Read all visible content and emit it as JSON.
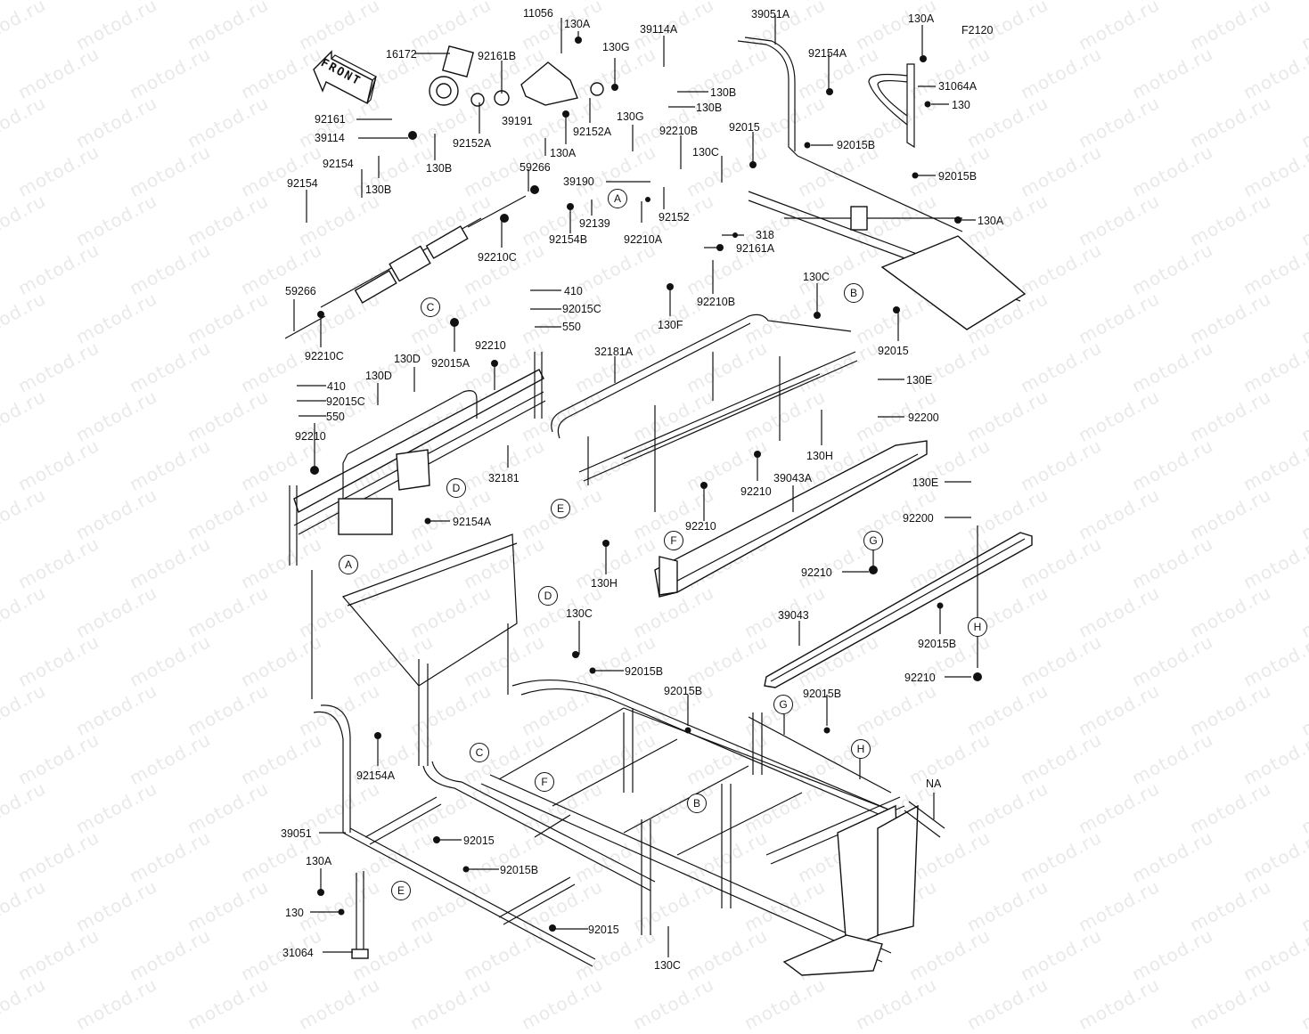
{
  "diagram": {
    "figure_code": "F2120",
    "front_indicator": "FRONT",
    "watermark": "motod.ru",
    "ref_markers": [
      "A",
      "B",
      "C",
      "D",
      "E",
      "F",
      "G",
      "H"
    ],
    "labels": [
      {
        "id": "l_11056",
        "text": "11056"
      },
      {
        "id": "l_130A_1",
        "text": "130A"
      },
      {
        "id": "l_39114A",
        "text": "39114A"
      },
      {
        "id": "l_16172",
        "text": "16172"
      },
      {
        "id": "l_92161B",
        "text": "92161B"
      },
      {
        "id": "l_130G_1",
        "text": "130G"
      },
      {
        "id": "l_130B_1",
        "text": "130B"
      },
      {
        "id": "l_130B_2",
        "text": "130B"
      },
      {
        "id": "l_92161",
        "text": "92161"
      },
      {
        "id": "l_39114",
        "text": "39114"
      },
      {
        "id": "l_92152A_1",
        "text": "92152A"
      },
      {
        "id": "l_39191",
        "text": "39191"
      },
      {
        "id": "l_92152A_2",
        "text": "92152A"
      },
      {
        "id": "l_130A_2",
        "text": "130A"
      },
      {
        "id": "l_130G_2",
        "text": "130G"
      },
      {
        "id": "l_92210B_1",
        "text": "92210B"
      },
      {
        "id": "l_130C_1",
        "text": "130C"
      },
      {
        "id": "l_92154_1",
        "text": "92154"
      },
      {
        "id": "l_130B_3",
        "text": "130B"
      },
      {
        "id": "l_130B_4",
        "text": "130B"
      },
      {
        "id": "l_92154_2",
        "text": "92154"
      },
      {
        "id": "l_59266_1",
        "text": "59266"
      },
      {
        "id": "l_39190",
        "text": "39190"
      },
      {
        "id": "l_92152",
        "text": "92152"
      },
      {
        "id": "l_92139",
        "text": "92139"
      },
      {
        "id": "l_92210A",
        "text": "92210A"
      },
      {
        "id": "l_318",
        "text": "318"
      },
      {
        "id": "l_92161A",
        "text": "92161A"
      },
      {
        "id": "l_92154B",
        "text": "92154B"
      },
      {
        "id": "l_92210C_1",
        "text": "92210C"
      },
      {
        "id": "l_92210B_2",
        "text": "92210B"
      },
      {
        "id": "l_130F",
        "text": "130F"
      },
      {
        "id": "l_410_1",
        "text": "410"
      },
      {
        "id": "l_92015C_1",
        "text": "92015C"
      },
      {
        "id": "l_550_1",
        "text": "550"
      },
      {
        "id": "l_59266_2",
        "text": "59266"
      },
      {
        "id": "l_92210C_2",
        "text": "92210C"
      },
      {
        "id": "l_92015A",
        "text": "92015A"
      },
      {
        "id": "l_92210_1",
        "text": "92210"
      },
      {
        "id": "l_130D_1",
        "text": "130D"
      },
      {
        "id": "l_130D_2",
        "text": "130D"
      },
      {
        "id": "l_410_2",
        "text": "410"
      },
      {
        "id": "l_92015C_2",
        "text": "92015C"
      },
      {
        "id": "l_550_2",
        "text": "550"
      },
      {
        "id": "l_92210_2",
        "text": "92210"
      },
      {
        "id": "l_32181",
        "text": "32181"
      },
      {
        "id": "l_92154A_1",
        "text": "92154A"
      },
      {
        "id": "l_32181A",
        "text": "32181A"
      },
      {
        "id": "l_39051A",
        "text": "39051A"
      },
      {
        "id": "l_92154A_2",
        "text": "92154A"
      },
      {
        "id": "l_130A_3",
        "text": "130A"
      },
      {
        "id": "l_31064A",
        "text": "31064A"
      },
      {
        "id": "l_130_1",
        "text": "130"
      },
      {
        "id": "l_92015_1",
        "text": "92015"
      },
      {
        "id": "l_92015B_1",
        "text": "92015B"
      },
      {
        "id": "l_92015B_2",
        "text": "92015B"
      },
      {
        "id": "l_130A_4",
        "text": "130A"
      },
      {
        "id": "l_130C_2",
        "text": "130C"
      },
      {
        "id": "l_92015_2",
        "text": "92015"
      },
      {
        "id": "l_130E_1",
        "text": "130E"
      },
      {
        "id": "l_92200_1",
        "text": "92200"
      },
      {
        "id": "l_130H_1",
        "text": "130H"
      },
      {
        "id": "l_92210_3",
        "text": "92210"
      },
      {
        "id": "l_39043A",
        "text": "39043A"
      },
      {
        "id": "l_92210_4",
        "text": "92210"
      },
      {
        "id": "l_130H_2",
        "text": "130H"
      },
      {
        "id": "l_130E_2",
        "text": "130E"
      },
      {
        "id": "l_92200_2",
        "text": "92200"
      },
      {
        "id": "l_92210_5",
        "text": "92210"
      },
      {
        "id": "l_39043",
        "text": "39043"
      },
      {
        "id": "l_92015B_3",
        "text": "92015B"
      },
      {
        "id": "l_92210_6",
        "text": "92210"
      },
      {
        "id": "l_130C_3",
        "text": "130C"
      },
      {
        "id": "l_92015B_4",
        "text": "92015B"
      },
      {
        "id": "l_92015B_5",
        "text": "92015B"
      },
      {
        "id": "l_92015B_6",
        "text": "92015B"
      },
      {
        "id": "l_92154A_3",
        "text": "92154A"
      },
      {
        "id": "l_NA",
        "text": "NA"
      },
      {
        "id": "l_39051",
        "text": "39051"
      },
      {
        "id": "l_92015_3",
        "text": "92015"
      },
      {
        "id": "l_92015B_7",
        "text": "92015B"
      },
      {
        "id": "l_130A_5",
        "text": "130A"
      },
      {
        "id": "l_130_2",
        "text": "130"
      },
      {
        "id": "l_31064",
        "text": "31064"
      },
      {
        "id": "l_92015_4",
        "text": "92015"
      },
      {
        "id": "l_130C_4",
        "text": "130C"
      }
    ]
  }
}
